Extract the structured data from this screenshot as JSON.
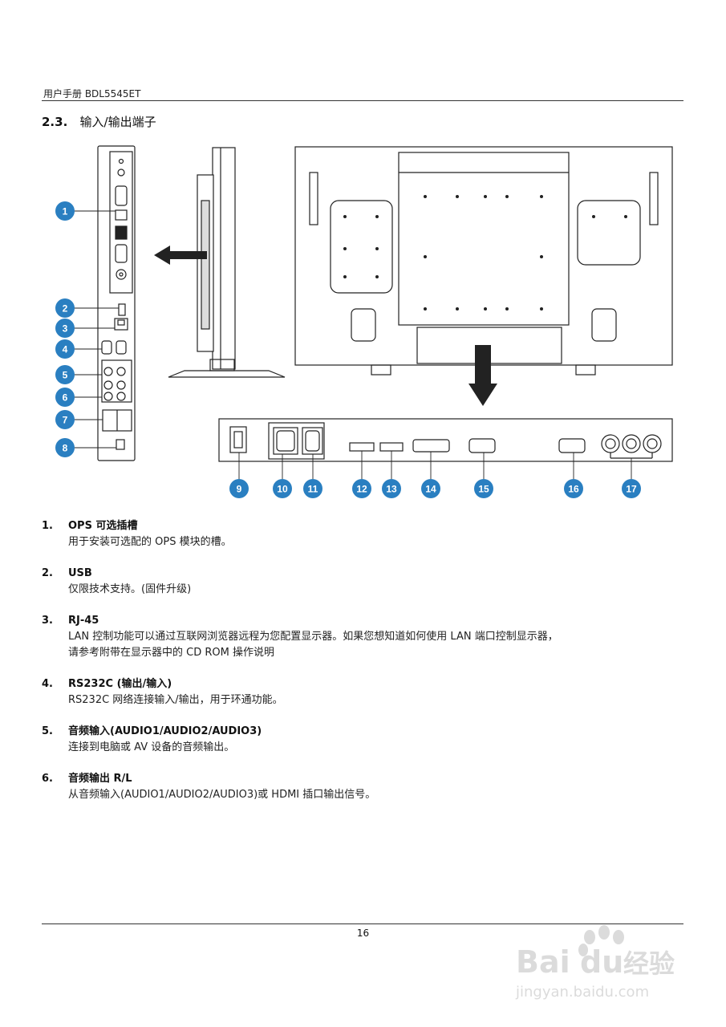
{
  "header": {
    "text": "用户手册  BDL5545ET"
  },
  "section": {
    "number": "2.3.",
    "title": "输入/输出端子"
  },
  "callouts": [
    "1",
    "2",
    "3",
    "4",
    "5",
    "6",
    "7",
    "8",
    "9",
    "10",
    "11",
    "12",
    "13",
    "14",
    "15",
    "16",
    "17"
  ],
  "items": [
    {
      "n": "1.",
      "title": "OPS 可选插槽",
      "desc": [
        "用于安装可选配的 OPS 模块的槽。"
      ]
    },
    {
      "n": "2.",
      "title": "USB",
      "desc": [
        "仅限技术支持。(固件升级)"
      ]
    },
    {
      "n": "3.",
      "title": "RJ-45",
      "desc": [
        "LAN 控制功能可以通过互联网浏览器远程为您配置显示器。如果您想知道如何使用 LAN 端口控制显示器，",
        "请参考附带在显示器中的 CD ROM 操作说明"
      ]
    },
    {
      "n": "4.",
      "title": "RS232C (输出/输入)",
      "desc": [
        "RS232C 网络连接输入/输出，用于环通功能。"
      ]
    },
    {
      "n": "5.",
      "title": "音频输入(AUDIO1/AUDIO2/AUDIO3)",
      "desc": [
        "连接到电脑或 AV 设备的音频输出。"
      ]
    },
    {
      "n": "6.",
      "title": "音频输出 R/L",
      "desc": [
        "从音频输入(AUDIO1/AUDIO2/AUDIO3)或 HDMI 插口输出信号。"
      ]
    }
  ],
  "footer": {
    "page": "16"
  },
  "watermark": {
    "brand_left": "Bai",
    "brand_mid": "du",
    "brand_right": "经验",
    "url": "jingyan.baidu.com"
  },
  "colors": {
    "callout": "#2a7fc1",
    "rule": "#333333"
  }
}
